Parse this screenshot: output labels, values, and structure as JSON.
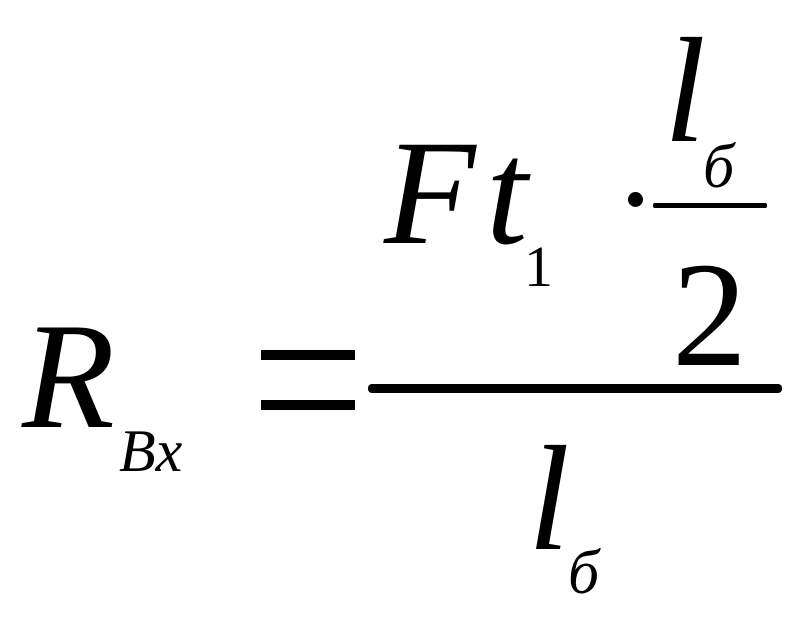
{
  "formula": {
    "lhs": {
      "symbol": "R",
      "subscript": "Bx"
    },
    "equals": "=",
    "rhs": {
      "numerator": {
        "factor1": {
          "symbol": "F",
          "second": "t",
          "subscript": "1"
        },
        "operator": "·",
        "factor2": {
          "numerator": {
            "symbol": "l",
            "subscript": "б"
          },
          "denominator": "2"
        }
      },
      "denominator": {
        "symbol": "l",
        "subscript": "б"
      }
    },
    "latex": "R_{Bx} = \\frac{F t_1 \\cdot \\frac{l_б}{2}}{l_б}",
    "color": "#000000"
  }
}
